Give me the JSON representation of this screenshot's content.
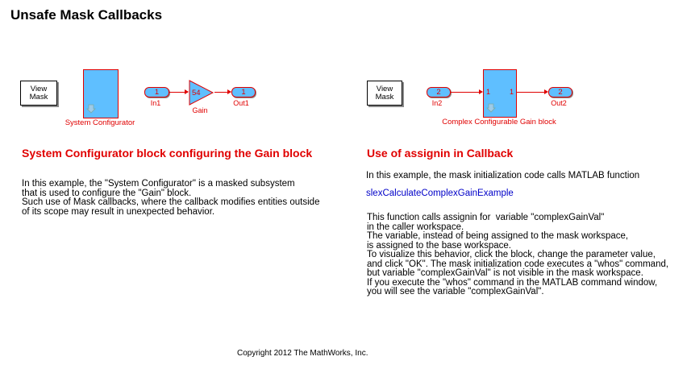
{
  "title": "Unsafe Mask Callbacks",
  "left": {
    "view_mask": "View\nMask",
    "subsystem_label": "System Configurator",
    "inport": {
      "number": "1",
      "label": "In1"
    },
    "gain": {
      "value": "54",
      "label": "Gain"
    },
    "outport": {
      "number": "1",
      "label": "Out1"
    },
    "heading": "System Configurator block configuring the Gain block",
    "paragraph": "In this example, the \"System Configurator\" is a masked subsystem\nthat is used to configure the \"Gain\" block.\nSuch use of Mask callbacks, where the callback modifies entities outside\nof its scope may result in unexpected behavior."
  },
  "right": {
    "view_mask": "View\nMask",
    "inport": {
      "number": "2",
      "label": "In2"
    },
    "block_in": "1",
    "block_out": "1",
    "block_label": "Complex Configurable Gain block",
    "outport": {
      "number": "2",
      "label": "Out2"
    },
    "heading": "Use of assignin in Callback",
    "intro": "In this example, the mask initialization code calls MATLAB function",
    "link": "slexCalculateComplexGainExample",
    "paragraph": "This function calls assignin for  variable \"complexGainVal\"\nin the caller workspace.\nThe variable, instead of being assigned to the mask workspace,\nis assigned to the base workspace.\nTo visualize this behavior, click the block, change the parameter value,\nand click \"OK\". The mask initialization code executes a \"whos\" command,\nbut variable \"complexGainVal\" is not visible in the mask workspace.\nIf you execute the \"whos\" command in the MATLAB command window,\nyou will see the variable \"complexGainVal\"."
  },
  "copyright": "Copyright 2012 The MathWorks, Inc."
}
